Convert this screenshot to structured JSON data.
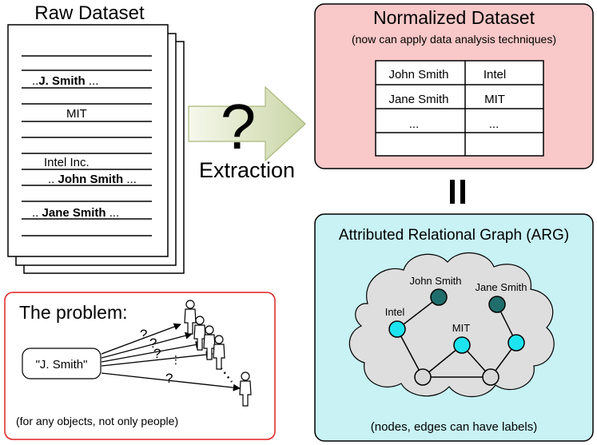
{
  "raw_dataset": {
    "title": "Raw Dataset",
    "lines": {
      "j_smith_prefix": "..",
      "j_smith_name": "J. Smith",
      "j_smith_suffix": " ...",
      "mit": "MIT",
      "intel": "Intel Inc.",
      "john_prefix": ".. ",
      "john_name": "John Smith",
      "john_suffix": " ...",
      "jane_prefix": ".. ",
      "jane_name": "Jane Smith",
      "jane_suffix": " ..."
    }
  },
  "extraction": {
    "question_mark": "?",
    "label": "Extraction"
  },
  "normalized_dataset": {
    "title": "Normalized Dataset",
    "subtitle": "(now can apply data analysis techniques)",
    "table": [
      [
        "John Smith",
        "Intel"
      ],
      [
        "Jane Smith",
        "MIT"
      ],
      [
        "...",
        "..."
      ],
      [
        "",
        ""
      ]
    ]
  },
  "equals_sign": "||",
  "arg": {
    "title": "Attributed Relational Graph (ARG)",
    "node_labels": {
      "john_smith": "John Smith",
      "jane_smith": "Jane Smith",
      "intel": "Intel",
      "mit": "MIT"
    },
    "caption": "(nodes, edges can have labels)"
  },
  "problem": {
    "title": "The problem:",
    "entity": "\"J. Smith\"",
    "question_marks": [
      "?",
      "?",
      "?",
      "?"
    ],
    "footnote": "(for any objects, not only people)"
  },
  "colors": {
    "normalized_bg": "#f9c8c8",
    "arg_bg": "#c8f2f4",
    "problem_border": "#e02020",
    "arrow_fill_start": "#f6f8ec",
    "arrow_fill_end": "#c9d6a6",
    "dark_node": "#1f6e6b",
    "cyan_node": "#1ee4ef",
    "gray_node": "#d8d8d8"
  }
}
